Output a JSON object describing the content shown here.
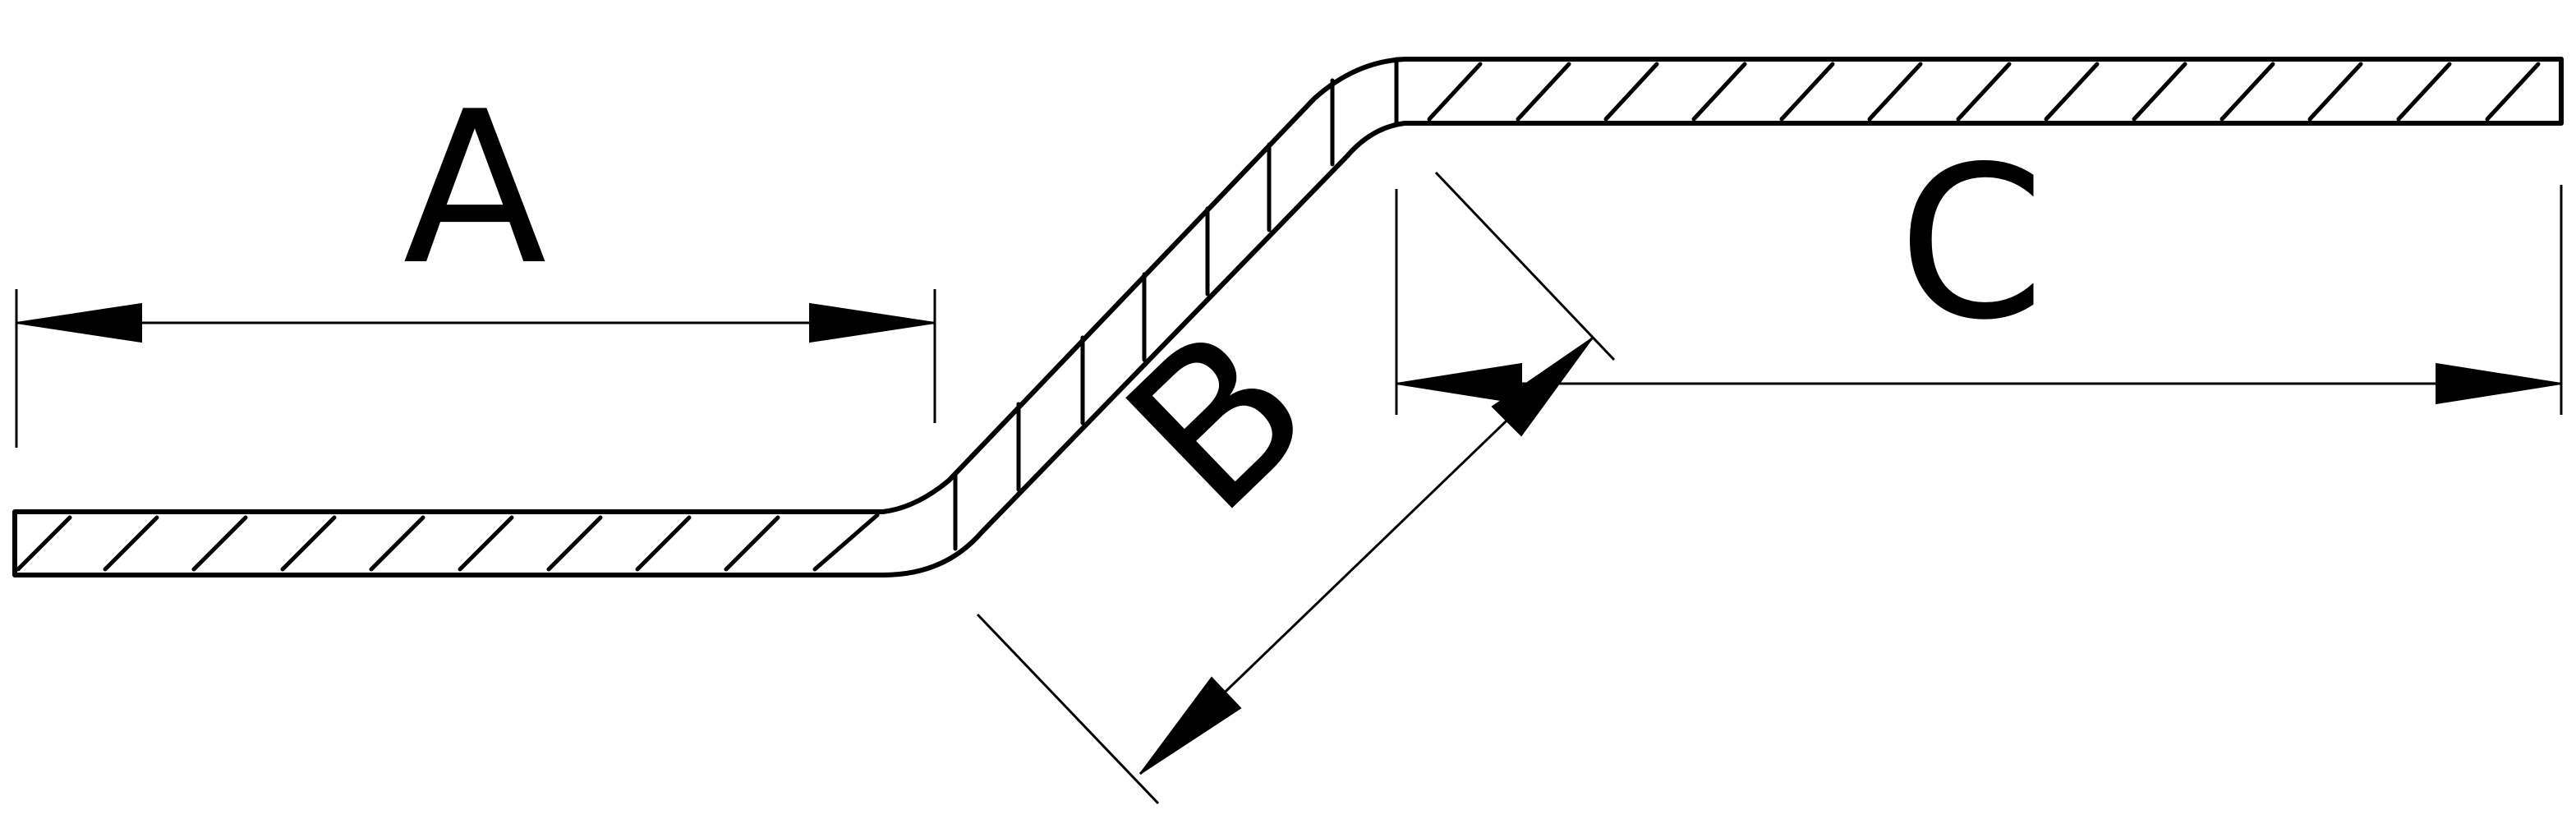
{
  "dimensions": {
    "a": {
      "label": "A"
    },
    "b": {
      "label": "B"
    },
    "c": {
      "label": "C"
    }
  },
  "colors": {
    "line": "#000000",
    "background": "#ffffff"
  }
}
